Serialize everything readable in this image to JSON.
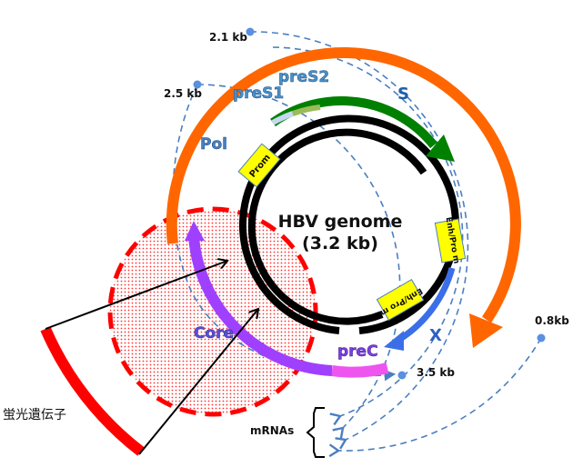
{
  "title": "HBV genome",
  "subtitle": "(3.2 kb)",
  "genes": {
    "pol": {
      "label": "Pol",
      "color": "#ff6600",
      "label_color": "#4a7fc1"
    },
    "s": {
      "label": "S",
      "color": "#008000",
      "label_color": "#1f5fa8"
    },
    "pres1": {
      "label": "preS1",
      "color": "#c5d9f1",
      "label_color": "#4a90c8"
    },
    "pres2": {
      "label": "preS2",
      "color": "#9bbb59",
      "label_color": "#4a90c8"
    },
    "x": {
      "label": "X",
      "color": "#3a6fe8",
      "label_color": "#2e5fc4"
    },
    "core": {
      "label": "Core",
      "color": "#a040ff",
      "label_color": "#5a4fd8"
    },
    "prec": {
      "label": "preC",
      "color": "#ee55ee",
      "label_color": "#7b3fe0"
    }
  },
  "elements": {
    "prom": "Prom",
    "enh1": "Enh/Pro m",
    "enh2": "Enh/Pro m",
    "element_color": "#ffff00"
  },
  "transcripts": [
    {
      "label": "2.1 kb"
    },
    {
      "label": "2.5 kb"
    },
    {
      "label": "0.8kb"
    },
    {
      "label": "3.5 kb"
    }
  ],
  "mrnas_label": "mRNAs",
  "reporter": {
    "label": "蛍光遺伝子",
    "color": "#ff0000"
  },
  "colors": {
    "dashed": "#4a7fc1",
    "dot": "#5b8fe0",
    "genome": "#000000",
    "insert": "#ff0000"
  }
}
